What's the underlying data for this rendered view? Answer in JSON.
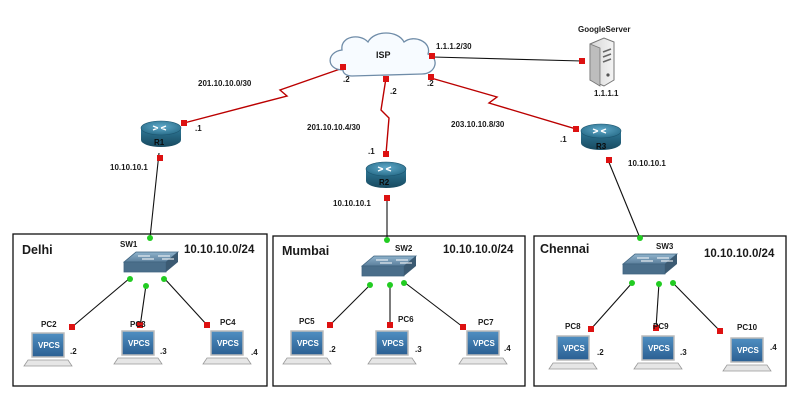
{
  "isp": {
    "label": "ISP"
  },
  "google_server": {
    "label": "GoogleServer",
    "ip": "1.1.1.1",
    "isp_link": "1.1.1.2/30"
  },
  "routers": {
    "r1": {
      "label": "R1",
      "wan_net": "201.10.10.0/30",
      "isp_side": ".2",
      "router_side": ".1",
      "lan_ip": "10.10.10.1"
    },
    "r2": {
      "label": "R2",
      "wan_net": "201.10.10.4/30",
      "isp_side": ".2",
      "router_side": ".1",
      "lan_ip": "10.10.10.1"
    },
    "r3": {
      "label": "R3",
      "wan_net": "203.10.10.8/30",
      "isp_side": ".2",
      "router_side": ".1",
      "lan_ip": "10.10.10.1"
    }
  },
  "sites": {
    "delhi": {
      "name": "Delhi",
      "network": "10.10.10.0/24",
      "switch": "SW1",
      "pcs": [
        {
          "label": "PC2",
          "host": ".2"
        },
        {
          "label": "PC3",
          "host": ".3"
        },
        {
          "label": "PC4",
          "host": ".4"
        }
      ]
    },
    "mumbai": {
      "name": "Mumbai",
      "network": "10.10.10.0/24",
      "switch": "SW2",
      "pcs": [
        {
          "label": "PC5",
          "host": ".2"
        },
        {
          "label": "PC6",
          "host": ".3"
        },
        {
          "label": "PC7",
          "host": ".4"
        }
      ]
    },
    "chennai": {
      "name": "Chennai",
      "network": "10.10.10.0/24",
      "switch": "SW3",
      "pcs": [
        {
          "label": "PC8",
          "host": ".2"
        },
        {
          "label": "PC9",
          "host": ".3"
        },
        {
          "label": "PC10",
          "host": ".4"
        }
      ]
    }
  },
  "vpcs_text": "VPCS",
  "colors": {
    "link_up": "#22cc22",
    "link_down": "#dd1111",
    "serial_link": "#bb0000",
    "router": "#2a6f8c",
    "switch": "#5b7f9c"
  }
}
